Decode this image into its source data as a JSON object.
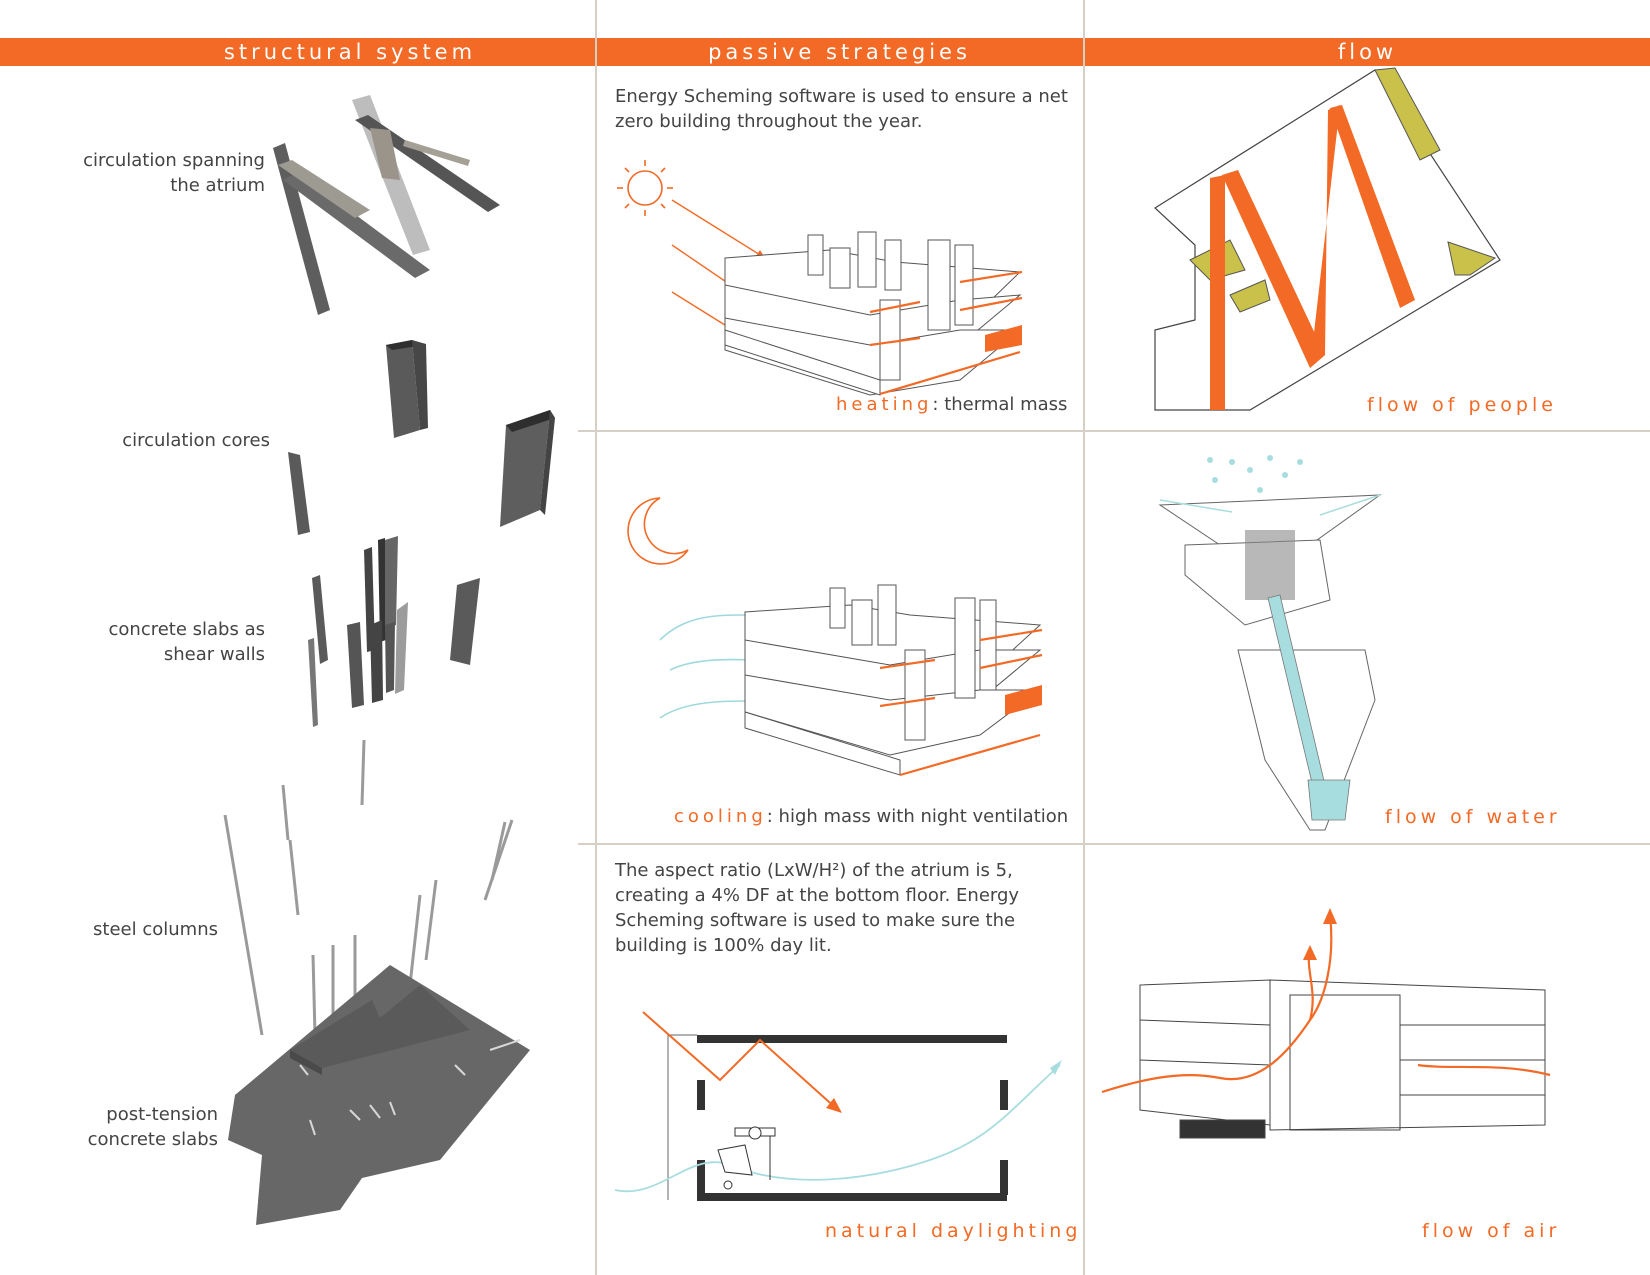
{
  "header": {
    "structural_title": "structural system",
    "passive_title": "passive strategies",
    "flow_title": "flow"
  },
  "structural": {
    "circulation_spanning": [
      "circulation spanning",
      "the atrium"
    ],
    "circulation_cores": "circulation cores",
    "shear_walls": [
      "concrete slabs as",
      "shear walls"
    ],
    "steel_columns": "steel columns",
    "post_tension": [
      "post-tension",
      "concrete slabs"
    ]
  },
  "passive": {
    "intro": [
      "Energy Scheming software is used to ensure a net",
      "zero building throughout the year."
    ],
    "heating_accent": "heating",
    "heating_rest": ": thermal mass",
    "cooling_accent": "cooling",
    "cooling_rest": ": high mass with night ventilation",
    "daylight_text": [
      "The aspect ratio (LxW/H²) of the atrium is 5,",
      "creating a 4% DF at the bottom floor. Energy",
      "Scheming software is used to make sure the",
      "building is 100% day lit."
    ],
    "daylight_caption": "natural daylighting"
  },
  "flow": {
    "people": "flow of people",
    "water": "flow of water",
    "air": "flow of air"
  },
  "colors": {
    "accent": "#f26a25",
    "grid": "#d4d0c6",
    "concrete": "#6b6b6b",
    "water": "#a8dde0",
    "stair": "#c9c14a"
  }
}
